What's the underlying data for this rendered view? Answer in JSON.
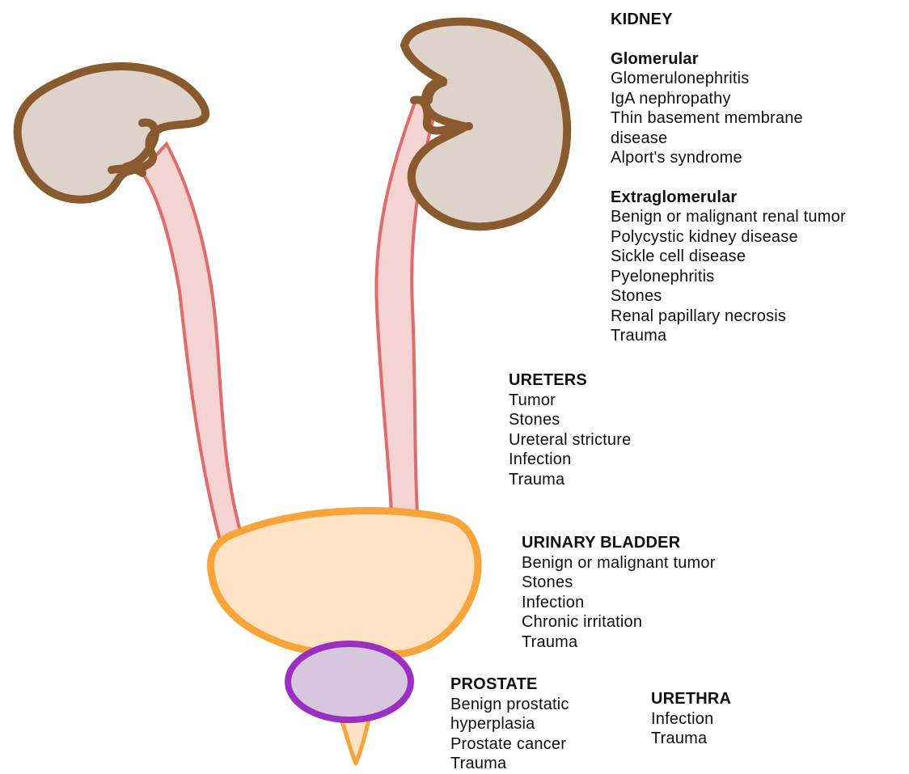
{
  "colors": {
    "kidney_fill": "#ddd3cb",
    "kidney_outline": "#8a5a2f",
    "ureter_fill": "#f6d3d3",
    "ureter_outline": "#e06b6b",
    "bladder_fill": "#fde2c4",
    "bladder_outline": "#f7a43a",
    "prostate_fill": "#d6c6de",
    "prostate_outline": "#9b2fc1",
    "urethra_fill": "#fde2c4",
    "urethra_outline": "#f7a43a"
  },
  "kidney": {
    "heading": "KIDNEY",
    "glomerular": {
      "title": "Glomerular",
      "items": [
        "Glomerulonephritis",
        "IgA nephropathy",
        "Thin basement membrane",
        "disease",
        "Alport's syndrome"
      ]
    },
    "extraglomerular": {
      "title": "Extraglomerular",
      "items": [
        "Benign or malignant renal tumor",
        "Polycystic kidney disease",
        "Sickle cell disease",
        "Pyelonephritis",
        "Stones",
        "Renal papillary necrosis",
        "Trauma"
      ]
    }
  },
  "ureters": {
    "heading": "URETERS",
    "items": [
      "Tumor",
      "Stones",
      "Ureteral stricture",
      "Infection",
      "Trauma"
    ]
  },
  "bladder": {
    "heading": "URINARY BLADDER",
    "items": [
      "Benign or malignant tumor",
      "Stones",
      "Infection",
      "Chronic irritation",
      "Trauma"
    ]
  },
  "prostate": {
    "heading": "PROSTATE",
    "items": [
      "Benign prostatic",
      "hyperplasia",
      "Prostate cancer",
      "Trauma"
    ]
  },
  "urethra": {
    "heading": "URETHRA",
    "items": [
      "Infection",
      "Trauma"
    ]
  }
}
